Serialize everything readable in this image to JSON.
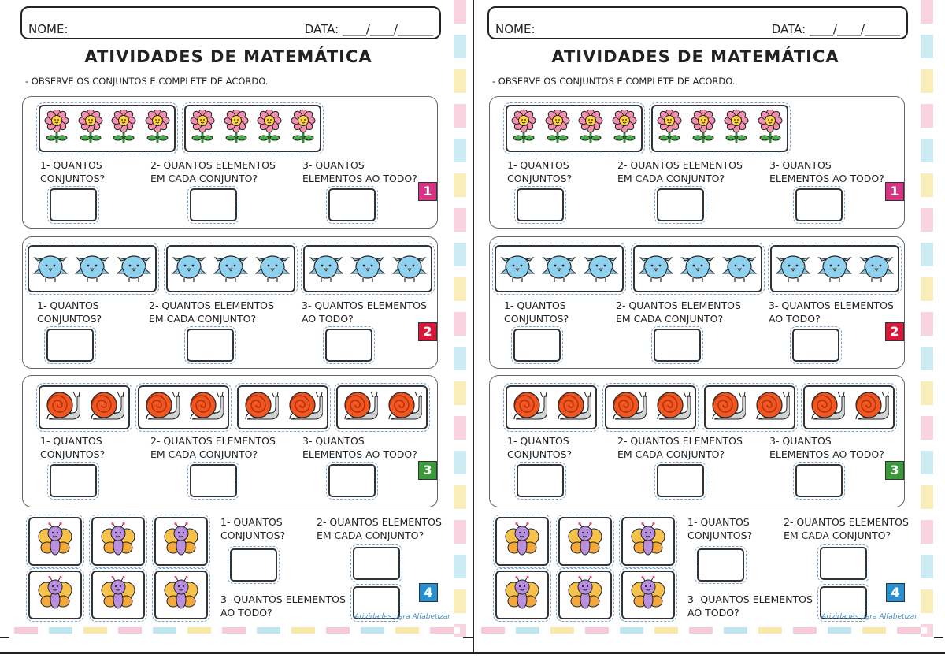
{
  "worksheet": {
    "nome_label": "NOME:",
    "data_label": "DATA: ____/____/______",
    "title": "ATIVIDADES DE MATEMÁTICA",
    "instruction": "- OBSERVE OS CONJUNTOS E COMPLETE DE ACORDO.",
    "footer": "Atividades para Alfabetizar",
    "sections": [
      {
        "number": "1",
        "icon": "flower-icon",
        "sets": 2,
        "per_set": 4,
        "badge_color": "#d63384",
        "q1": "1- QUANTOS\nCONJUNTOS?",
        "q2": "2- QUANTOS ELEMENTOS\nEM CADA CONJUNTO?",
        "q3": "3- QUANTOS\nELEMENTOS AO TODO?"
      },
      {
        "number": "2",
        "icon": "bird-icon",
        "sets": 3,
        "per_set": 3,
        "badge_color": "#d6193a",
        "q1": "1- QUANTOS\nCONJUNTOS?",
        "q2": "2- QUANTOS ELEMENTOS\nEM CADA CONJUNTO?",
        "q3": "3- QUANTOS ELEMENTOS\nAO TODO?"
      },
      {
        "number": "3",
        "icon": "snail-icon",
        "sets": 4,
        "per_set": 2,
        "badge_color": "#3a9a3a",
        "q1": "1- QUANTOS\nCONJUNTOS?",
        "q2": "2- QUANTOS ELEMENTOS\nEM CADA CONJUNTO?",
        "q3": "3- QUANTOS\nELEMENTOS AO TODO?"
      },
      {
        "number": "4",
        "icon": "butterfly-icon",
        "sets": 6,
        "per_set": 1,
        "badge_color": "#2a8fd0",
        "q1": "1- QUANTOS\nCONJUNTOS?",
        "q2": "2- QUANTOS ELEMENTOS\nEM CADA CONJUNTO?",
        "q3": "3- QUANTOS ELEMENTOS\nAO TODO?"
      }
    ]
  }
}
